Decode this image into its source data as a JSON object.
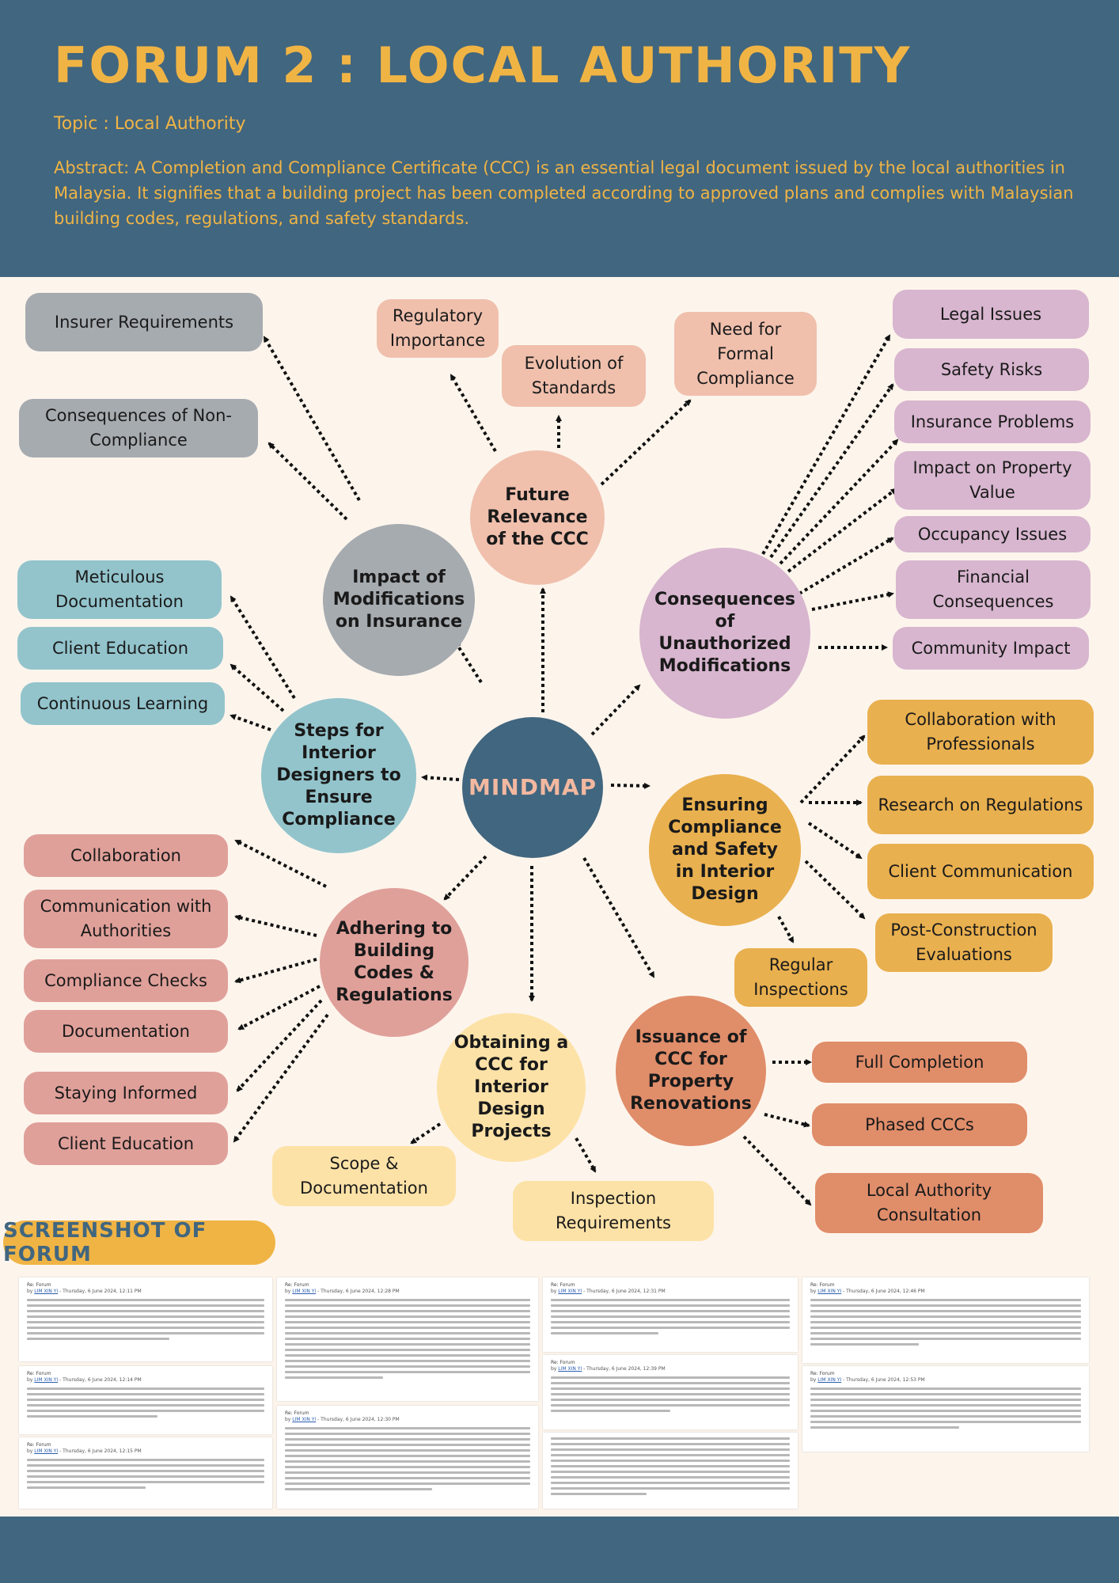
{
  "header": {
    "title": "FORUM 2 : LOCAL AUTHORITY",
    "topic": "Topic : Local Authority",
    "abstract": "Abstract:  A Completion and Compliance Certificate (CCC) is an essential legal document issued by the local authorities in Malaysia. It signifies that a building project has been completed according to approved plans and complies with Malaysian building codes, regulations, and safety standards."
  },
  "colors": {
    "header_bg": "#41667f",
    "accent": "#f0b445",
    "page_bg": "#fdf5ec"
  },
  "mindmap": {
    "center": "MINDMAP",
    "hubs": {
      "insurance": "Impact of Modifications on Insurance",
      "future": "Future Relevance of the CCC",
      "unauthorized": "Consequences of Unauthorized Modifications",
      "steps": "Steps for Interior Designers to Ensure Compliance",
      "ensuring": "Ensuring Compliance and Safety in Interior Design",
      "adhering": "Adhering to Building Codes & Regulations",
      "obtaining": "Obtaining a CCC for Interior Design Projects",
      "issuance": "Issuance of CCC for Property Renovations"
    },
    "leaves": {
      "insurer_req": "Insurer Requirements",
      "consequences_non": "Consequences of Non-Compliance",
      "regulatory_importance": "Regulatory Importance",
      "evolution": "Evolution of Standards",
      "need_formal": "Need for Formal Compliance",
      "legal_issues": "Legal Issues",
      "safety_risks": "Safety Risks",
      "insurance_problems": "Insurance Problems",
      "impact_property": "Impact on Property Value",
      "occupancy": "Occupancy Issues",
      "financial": "Financial Consequences",
      "community": "Community Impact",
      "meticulous": "Meticulous Documentation",
      "client_education_1": "Client Education",
      "continuous": "Continuous Learning",
      "collab_prof": "Collaboration with Professionals",
      "research": "Research on Regulations",
      "client_comm": "Client Communication",
      "post_construction": "Post-Construction Evaluations",
      "regular_insp": "Regular Inspections",
      "collaboration": "Collaboration",
      "comm_auth": "Communication with Authorities",
      "compliance_checks": "Compliance Checks",
      "documentation": "Documentation",
      "staying": "Staying Informed",
      "client_education_2": "Client Education",
      "scope": "Scope & Documentation",
      "inspection_req": "Inspection Requirements",
      "full_completion": "Full Completion",
      "phased": "Phased CCCs",
      "local_consult": "Local Authority Consultation"
    }
  },
  "screenshots": {
    "banner": "SCREENSHOT OF FORUM",
    "posts": [
      {
        "header": "Re: Forum",
        "author": "LIM XIN YI",
        "date": " - Thursday, 6 June 2024, 12:11 PM"
      },
      {
        "header": "Re: Forum",
        "author": "LIM XIN YI",
        "date": " - Thursday, 6 June 2024, 12:14 PM"
      },
      {
        "header": "Re: Forum",
        "author": "LIM XIN YI",
        "date": " - Thursday, 6 June 2024, 12:15 PM"
      },
      {
        "header": "Re: Forum",
        "author": "LIM XIN YI",
        "date": " - Thursday, 6 June 2024, 12:28 PM"
      },
      {
        "header": "Re: Forum",
        "author": "LIM XIN YI",
        "date": " - Thursday, 6 June 2024, 12:30 PM"
      },
      {
        "header": "Re: Forum",
        "author": "LIM XIN YI",
        "date": " - Thursday, 6 June 2024, 12:31 PM"
      },
      {
        "header": "Re: Forum",
        "author": "LIM XIN YI",
        "date": " - Thursday, 6 June 2024, 12:39 PM"
      },
      {
        "header": "Re: Forum",
        "author": "LIM XIN YI",
        "date": " - Thursday, 6 June 2024, 12:46 PM"
      },
      {
        "header": "Re: Forum",
        "author": "LIM XIN YI",
        "date": " - Thursday, 6 June 2024, 12:53 PM"
      }
    ]
  }
}
